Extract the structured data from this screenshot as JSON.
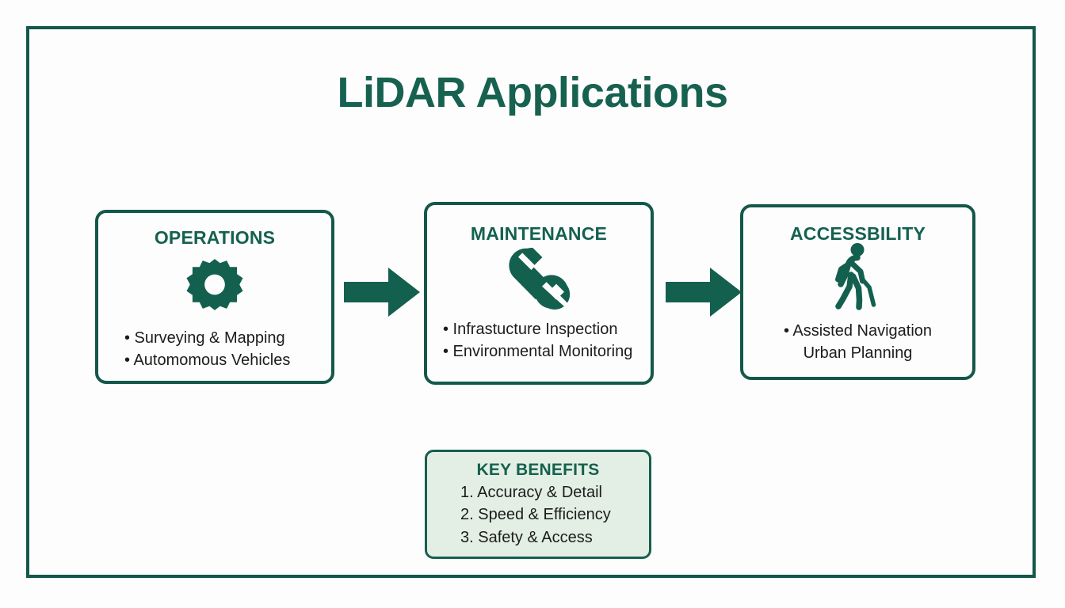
{
  "slide": {
    "title": "LiDAR Applications",
    "background_color": "#fdfdfd",
    "frame_color": "#14584a",
    "accent_color": "#14584a",
    "title_color": "#16614f",
    "body_text_color": "#1c1c1c",
    "benefit_box_fill": "#e3efe5"
  },
  "cards": [
    {
      "title": "OPERATIONS",
      "icon": "gear-icon",
      "lines": [
        "• Surveying & Mapping",
        "• Automomous Vehicles"
      ]
    },
    {
      "title": "MAINTENANCE",
      "icon": "wrench-icon",
      "lines": [
        "• Infrastucture Inspection",
        "• Environmental Monitoring"
      ]
    },
    {
      "title": "ACCESSBILITY",
      "icon": "walking-person-with-cane-icon",
      "lines": [
        "• Assisted Navigation",
        "Urban Planning"
      ]
    }
  ],
  "arrows": [
    {
      "name": "arrow-operations-to-maintenance"
    },
    {
      "name": "arrow-maintenance-to-accessibility"
    }
  ],
  "key_benefits": {
    "title": "KEY BENEFITS",
    "items": [
      "1. Accuracy & Detail",
      "2. Speed & Efficiency",
      "3. Safety & Access"
    ]
  }
}
